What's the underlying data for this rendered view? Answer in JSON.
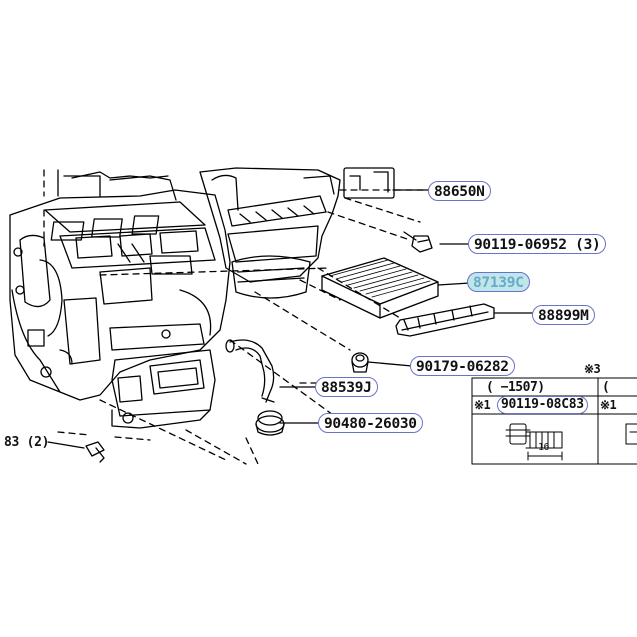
{
  "callouts": {
    "c88650n": "88650N",
    "c90119_06952": "90119-06952 (3)",
    "c87139c": "87139C",
    "c88899m": "88899M",
    "c90179_06282": "90179-06282",
    "c88539j": "88539J",
    "c90480_26030": "90480-26030",
    "c83_2": "83 (2)"
  },
  "table": {
    "note_mark": "※3",
    "col1_header": "( −1507)",
    "col2_header_fragment": "(",
    "row_mark": "※1",
    "row_part": "90119-08C83",
    "row_mark2": "※1",
    "bolt_dim": "16"
  },
  "colors": {
    "callout_border": "#6a73c9",
    "highlight_fill": "#bfe6e9"
  }
}
